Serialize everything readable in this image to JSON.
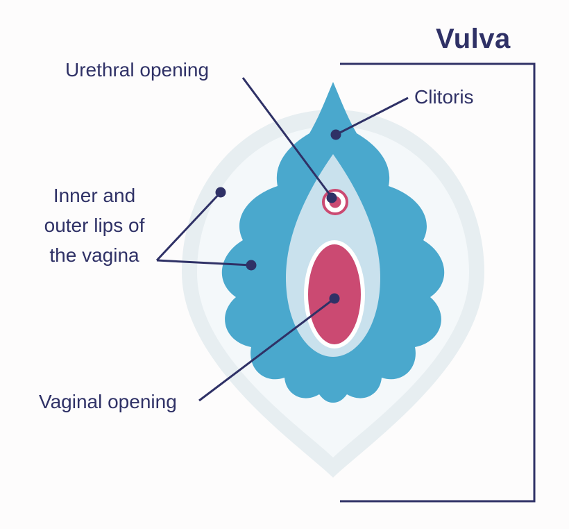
{
  "title": "Vulva",
  "labels": {
    "urethral": "Urethral opening",
    "clitoris": "Clitoris",
    "lips": [
      "Inner and",
      "outer lips of",
      "the vagina"
    ],
    "vaginal": "Vaginal opening"
  },
  "colors": {
    "text": "#2f3166",
    "line": "#2f3166",
    "outer_shape": "#e7eef1",
    "outer_shape_highlight": "#f4f8fa",
    "labia_blue": "#4aa8cd",
    "vestibule_blue": "#c9e1ed",
    "pink": "#cb4a72",
    "background": "#fdfcfc"
  }
}
